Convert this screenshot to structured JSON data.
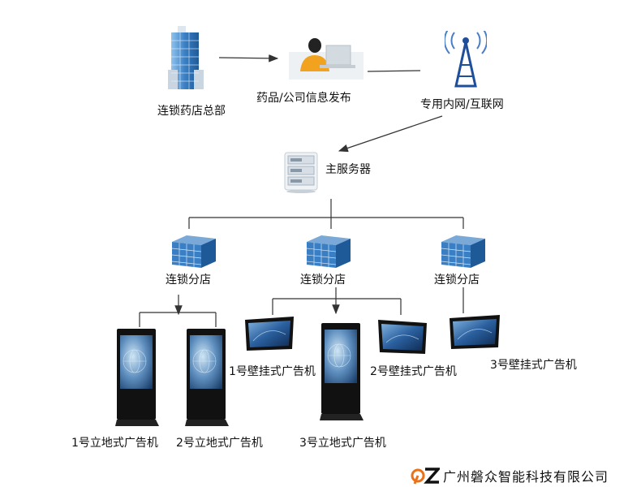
{
  "nodes": {
    "hq": "连锁药店总部",
    "publish": "药品/公司信息发布",
    "network": "专用内网/互联网",
    "server": "主服务器",
    "branch1": "连锁分店",
    "branch2": "连锁分店",
    "branch3": "连锁分店",
    "floor1": "1号立地式广告机",
    "floor2": "2号立地式广告机",
    "floor3": "3号立地式广告机",
    "wall1": "1号壁挂式广告机",
    "wall2": "2号壁挂式广告机",
    "wall3": "3号壁挂式广告机"
  },
  "footer": {
    "logo_text": "PZ",
    "company": "广州磐众智能科技有限公司"
  },
  "colors": {
    "line": "#333333",
    "building_blue": "#3a7fc4",
    "screen_blue": "#2a5f9e",
    "logo_orange": "#e8731a"
  }
}
